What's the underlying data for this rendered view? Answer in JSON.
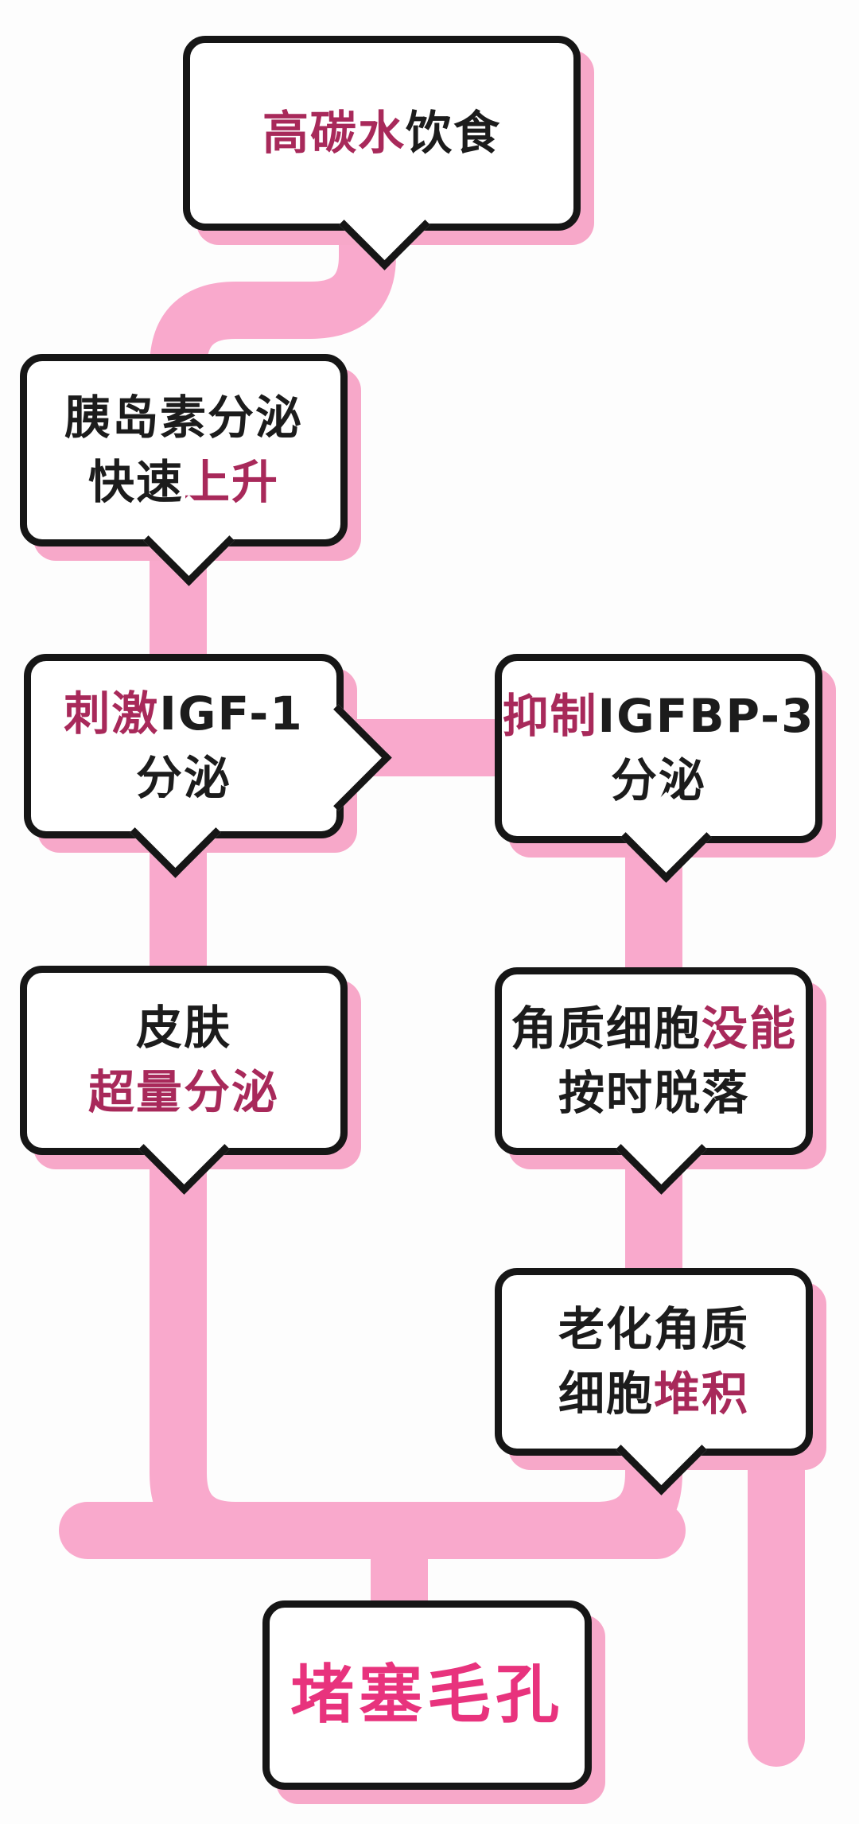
{
  "diagram": {
    "type": "flowchart",
    "topic": "高碳水饮食导致堵塞毛孔的机制",
    "palette": {
      "background": "#fdfdfd",
      "box_fill": "#ffffff",
      "box_border": "#161616",
      "box_shadow_pink": "#f7a8c9",
      "ribbon_pink": "#f9a9cc",
      "text_black": "#1c1c1c",
      "accent_magenta": "#a8295a",
      "highlight_pink": "#e8337d"
    },
    "nodes": [
      {
        "id": "high-carb-diet",
        "full_text": "高碳水饮食",
        "lines": [
          [
            {
              "text": "高碳水",
              "accent": "dark"
            },
            {
              "text": "饮食",
              "accent": "none"
            }
          ]
        ]
      },
      {
        "id": "insulin-spike",
        "full_text": "胰岛素分泌快速上升",
        "lines": [
          [
            {
              "text": "胰岛素分泌",
              "accent": "none"
            }
          ],
          [
            {
              "text": "快速",
              "accent": "none"
            },
            {
              "text": "上升",
              "accent": "dark"
            }
          ]
        ]
      },
      {
        "id": "stimulate-igf1",
        "full_text": "刺激IGF-1分泌",
        "lines": [
          [
            {
              "text": "刺激",
              "accent": "dark"
            },
            {
              "text": "IGF-1",
              "accent": "none"
            }
          ],
          [
            {
              "text": "分泌",
              "accent": "none"
            }
          ]
        ]
      },
      {
        "id": "inhibit-igfbp3",
        "full_text": "抑制IGFBP-3分泌",
        "lines": [
          [
            {
              "text": "抑制",
              "accent": "dark"
            },
            {
              "text": "IGFBP-3",
              "accent": "none"
            }
          ],
          [
            {
              "text": "分泌",
              "accent": "none"
            }
          ]
        ]
      },
      {
        "id": "skin-oversecretion",
        "full_text": "皮肤超量分泌",
        "lines": [
          [
            {
              "text": "皮肤",
              "accent": "none"
            }
          ],
          [
            {
              "text": "超量分泌",
              "accent": "dark"
            }
          ]
        ]
      },
      {
        "id": "keratinocytes-not-shed",
        "full_text": "角质细胞没能按时脱落",
        "lines": [
          [
            {
              "text": "角质细胞",
              "accent": "none"
            },
            {
              "text": "没能",
              "accent": "dark"
            }
          ],
          [
            {
              "text": "按时脱落",
              "accent": "none"
            }
          ]
        ]
      },
      {
        "id": "aged-keratin-buildup",
        "full_text": "老化角质细胞堆积",
        "lines": [
          [
            {
              "text": "老化角质",
              "accent": "none"
            }
          ],
          [
            {
              "text": "细胞",
              "accent": "none"
            },
            {
              "text": "堆积",
              "accent": "dark"
            }
          ]
        ]
      },
      {
        "id": "clogged-pores",
        "full_text": "堵塞毛孔",
        "lines": [
          [
            {
              "text": "堵塞毛孔",
              "accent": "bright"
            }
          ]
        ]
      }
    ],
    "edges": [
      {
        "from": "high-carb-diet",
        "to": "insulin-spike"
      },
      {
        "from": "insulin-spike",
        "to": "stimulate-igf1"
      },
      {
        "from": "stimulate-igf1",
        "to": "inhibit-igfbp3"
      },
      {
        "from": "stimulate-igf1",
        "to": "skin-oversecretion"
      },
      {
        "from": "inhibit-igfbp3",
        "to": "keratinocytes-not-shed"
      },
      {
        "from": "keratinocytes-not-shed",
        "to": "aged-keratin-buildup"
      },
      {
        "from": "skin-oversecretion",
        "to": "clogged-pores"
      },
      {
        "from": "aged-keratin-buildup",
        "to": "clogged-pores"
      }
    ]
  }
}
